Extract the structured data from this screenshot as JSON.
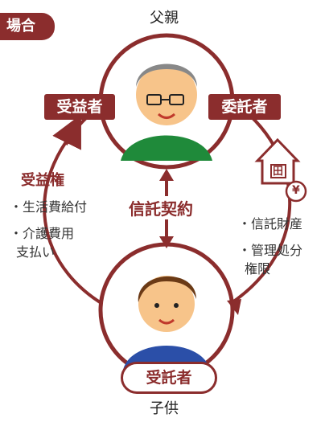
{
  "header_tag": "場合",
  "father": {
    "caption": "父親",
    "role": "委託者"
  },
  "beneficiary": {
    "role": "受益者"
  },
  "child": {
    "caption": "子供",
    "role": "受託者"
  },
  "center_label": "信託契約",
  "left_flow": {
    "title": "受益権",
    "items": [
      "・生活費給付",
      "・介護費用",
      "支払い"
    ]
  },
  "right_flow": {
    "items": [
      "・信託財産",
      "・管理処分",
      "権限"
    ]
  },
  "house_text": "田",
  "yen_text": "¥",
  "colors": {
    "brand": "#8b2d2d",
    "green": "#1f8a3a",
    "blue": "#2b4fa8"
  }
}
